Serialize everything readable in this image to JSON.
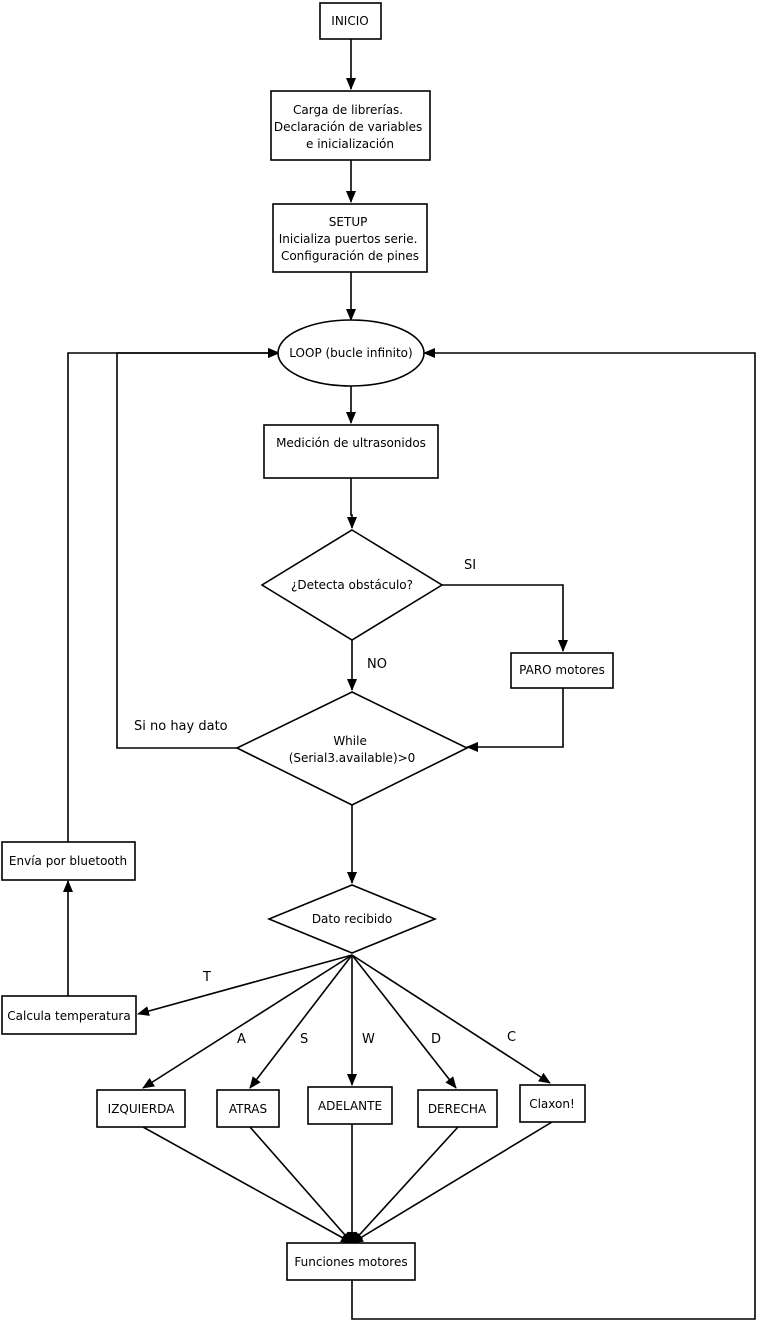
{
  "nodes": {
    "inicio": [
      "INICIO"
    ],
    "carga": [
      "Carga de librerías.",
      "Declaración de variables",
      "e inicialización"
    ],
    "setup": [
      "SETUP",
      "Inicializa puertos serie.",
      "Configuración de pines"
    ],
    "loop": [
      "LOOP (bucle infinito)"
    ],
    "medicion": [
      "Medición de ultrasonidos"
    ],
    "detecta": [
      "¿Detecta obstáculo?"
    ],
    "paro": [
      "PARO motores"
    ],
    "while": [
      "While",
      "(Serial3.available)>0"
    ],
    "dato": [
      "Dato recibido"
    ],
    "envia": [
      "Envía por bluetooth"
    ],
    "calcula": [
      "Calcula temperatura"
    ],
    "izquierda": [
      "IZQUIERDA"
    ],
    "atras": [
      "ATRAS"
    ],
    "adelante": [
      "ADELANTE"
    ],
    "derecha": [
      "DERECHA"
    ],
    "claxon": [
      "Claxon!"
    ],
    "funciones": [
      "Funciones motores"
    ]
  },
  "edge_labels": {
    "si": "SI",
    "no": "NO",
    "si_no_hay_dato": "Si no hay dato",
    "t": "T",
    "a": "A",
    "s": "S",
    "w": "W",
    "d": "D",
    "c": "C"
  }
}
